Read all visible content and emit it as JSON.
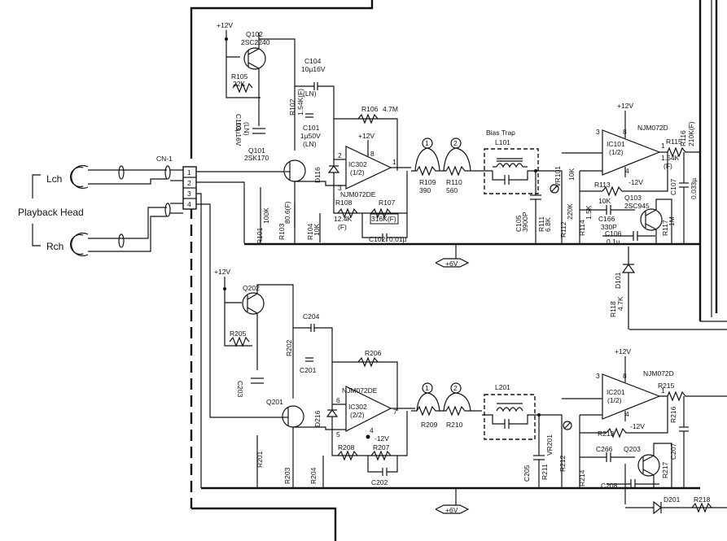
{
  "connector": {
    "name": "CN-1",
    "pins": [
      "1",
      "2",
      "3",
      "4"
    ]
  },
  "head": {
    "lch": "Lch",
    "rch": "Rch",
    "title": "Playback Head"
  },
  "ch1": {
    "q102": "Q102",
    "q102_type": "2SC2240",
    "q101": "Q101",
    "q101_type": "2SK170",
    "r105": "R105",
    "r105_val": "22K",
    "c103": "C103",
    "c103_val": "10µ16V",
    "c103_ln": "(LN)",
    "c104": "C104",
    "c104_val": "10µ16V",
    "c104_ln": "(LN)",
    "r102": "R102",
    "r102_val": "1.54K(F)",
    "c101": "C101",
    "c101_val": "1µ50V",
    "c101_ln": "(LN)",
    "r106": "R106",
    "r106_val": "4.7M",
    "ic": "IC302",
    "ic_half": "(1/2)",
    "ic_type": "NJM072DE",
    "d116": "D116",
    "r101": "R101",
    "r101_val": "100K",
    "r103": "R103",
    "r103_val": "80.6(F)",
    "r104": "R104",
    "r104_val": "10K",
    "r108": "R108",
    "r108_val": "12.4K",
    "r108_tol": "(F)",
    "r107": "R107",
    "r107_val": "316K(F)",
    "c102": "C102",
    "c102_val": "0.01µ",
    "r109": "R109",
    "r109_val": "390",
    "r110": "R110",
    "r110_val": "560",
    "bias_trap": "Bias Trap",
    "l101": "L101",
    "c105": "C105",
    "c105_val": "3900P",
    "r111": "R111",
    "r111_val": "6.8K",
    "vr101": "VR101",
    "vr101_val": "10K",
    "r112": "R112",
    "r112_val": "220K",
    "r114": "R114",
    "r114_val": "1.5K",
    "r113": "R113",
    "r113_val": "10K",
    "c166": "C166",
    "c166_val": "330P",
    "c106": "C106",
    "c106_val": "0.1µ",
    "ic101": "IC101",
    "ic101_half": "(1/2)",
    "ic101_type": "NJM072D",
    "r115": "R115",
    "r115_val": "1.54K",
    "r115_tol": "(F)",
    "r116": "R116",
    "r116_val": "210K(F)",
    "c107": "C107",
    "c107_val": "0.033µ",
    "q103": "Q103",
    "q103_type": "2SC945",
    "r117": "R117",
    "r117_val": "1M",
    "d101": "D101",
    "r118": "R118",
    "r118_val": "4.7K",
    "plus12": "+12V",
    "minus12": "-12V",
    "plus6": "+6V"
  },
  "ch2": {
    "q202": "Q202",
    "r205": "R205",
    "c203": "C203",
    "c204": "C204",
    "r202": "R202",
    "c201": "C201",
    "r206": "R206",
    "q201": "Q201",
    "d216": "D216",
    "ic": "IC302",
    "ic_half": "(2/2)",
    "ic_type": "NJM072DE",
    "r201": "R201",
    "r203": "R203",
    "r204": "R204",
    "r208": "R208",
    "r207": "R207",
    "c202": "C202",
    "r209": "R209",
    "r210": "R210",
    "l201": "L201",
    "c205": "C205",
    "r211": "R211",
    "vr201": "VR201",
    "r212": "R212",
    "r214": "R214",
    "r213": "R213",
    "c266": "C266",
    "c208": "C208",
    "ic201": "IC201",
    "ic201_half": "(1/2)",
    "ic201_type": "NJM072D",
    "r215": "R215",
    "r216": "R216",
    "c207": "C207",
    "q203": "Q203",
    "r217": "R217",
    "d201": "D201",
    "r218": "R218",
    "plus12": "+12V",
    "minus12": "-12V",
    "plus6": "+6V"
  },
  "pins": {
    "p1": "1",
    "p2": "2",
    "p3": "3",
    "p4": "4",
    "p5": "5",
    "p6": "6",
    "p7": "7",
    "p8": "8"
  }
}
